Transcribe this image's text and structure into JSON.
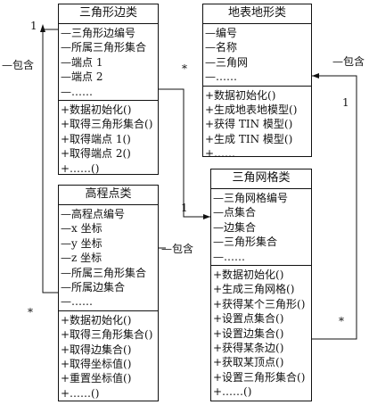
{
  "classes": {
    "edge": {
      "title": "三角形边类",
      "attributes": [
        "—三角形边编号",
        "—所属三角形集合",
        "—端点 1",
        "—端点 2",
        "—……"
      ],
      "methods": [
        "+数据初始化()",
        "+取得三角形集合()",
        "+取得端点 1()",
        "+取得端点 2()",
        "+……()"
      ]
    },
    "terrain": {
      "title": "地表地形类",
      "attributes": [
        "—编号",
        "—名称",
        "—三角网",
        "—……"
      ],
      "methods": [
        "+数据初始化()",
        "+生成地表地模型()",
        "+获得 TIN 模型()",
        "+生成 TIN 模型()",
        "+……"
      ]
    },
    "point": {
      "title": "高程点类",
      "attributes": [
        "—高程点编号",
        "—x 坐标",
        "—y 坐标",
        "—z 坐标",
        "—所属三角形集合",
        "—所属边集合",
        "—……"
      ],
      "methods": [
        "+数据初始化()",
        "+取得三角形集合()",
        "+取得边集合()",
        "+取得坐标值()",
        "+重置坐标值()",
        "+……()"
      ]
    },
    "mesh": {
      "title": "三角网格类",
      "attributes": [
        "—三角网格编号",
        "—点集合",
        "—边集合",
        "—三角形集合",
        "—……"
      ],
      "methods": [
        "+数据初始化()",
        "+生成三角网格()",
        "+获得某个三角形()",
        "+设置点集合()",
        "+设置边集合()",
        "+获得某条边()",
        "+获取某顶点()",
        "+设置三角形集合()",
        "+……()"
      ]
    }
  },
  "relations": {
    "left_contains": "—包含",
    "left_mult_one": "1",
    "left_mult_many": "*",
    "right_contains": "—包含",
    "right_mult_one": "1",
    "right_mult_many": "*",
    "middle_contains": "—包含",
    "middle_mult_one": "1",
    "middle_mult_many": "*"
  }
}
